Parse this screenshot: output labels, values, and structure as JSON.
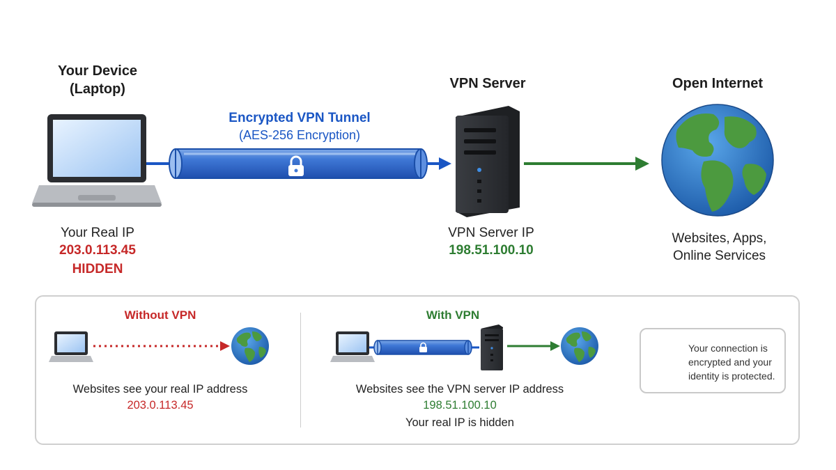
{
  "device": {
    "title_line1": "Your Device",
    "title_line2": "(Laptop)",
    "ip_label": "Your Real IP",
    "ip_value": "203.0.113.45",
    "ip_status": "HIDDEN"
  },
  "tunnel": {
    "title": "Encrypted VPN Tunnel",
    "subtitle": "(AES-256 Encryption)",
    "icon": "lock-icon"
  },
  "vpn_server": {
    "title": "VPN Server",
    "ip_label": "VPN Server IP",
    "ip_value": "198.51.100.10"
  },
  "internet": {
    "title": "Open Internet",
    "desc_line1": "Websites, Apps,",
    "desc_line2": "Online Services"
  },
  "comparison": {
    "without": {
      "heading": "Without VPN",
      "desc": "Websites see your real IP address",
      "ip": "203.0.113.45"
    },
    "with": {
      "heading": "With VPN",
      "desc": "Websites see the VPN server IP address",
      "ip": "198.51.100.10",
      "note": "Your real IP is hidden"
    },
    "callout": {
      "line1": "Your connection is",
      "line2": "encrypted and your",
      "line3": "identity is protected.",
      "icon": "shield-check-icon"
    }
  },
  "colors": {
    "tunnel_blue": "#1a56c4",
    "arrow_green": "#2e7d32",
    "warning_red": "#c62828",
    "server_dark": "#2f3236",
    "globe_ocean": "#2f78c4",
    "globe_land": "#4c9a3f"
  }
}
